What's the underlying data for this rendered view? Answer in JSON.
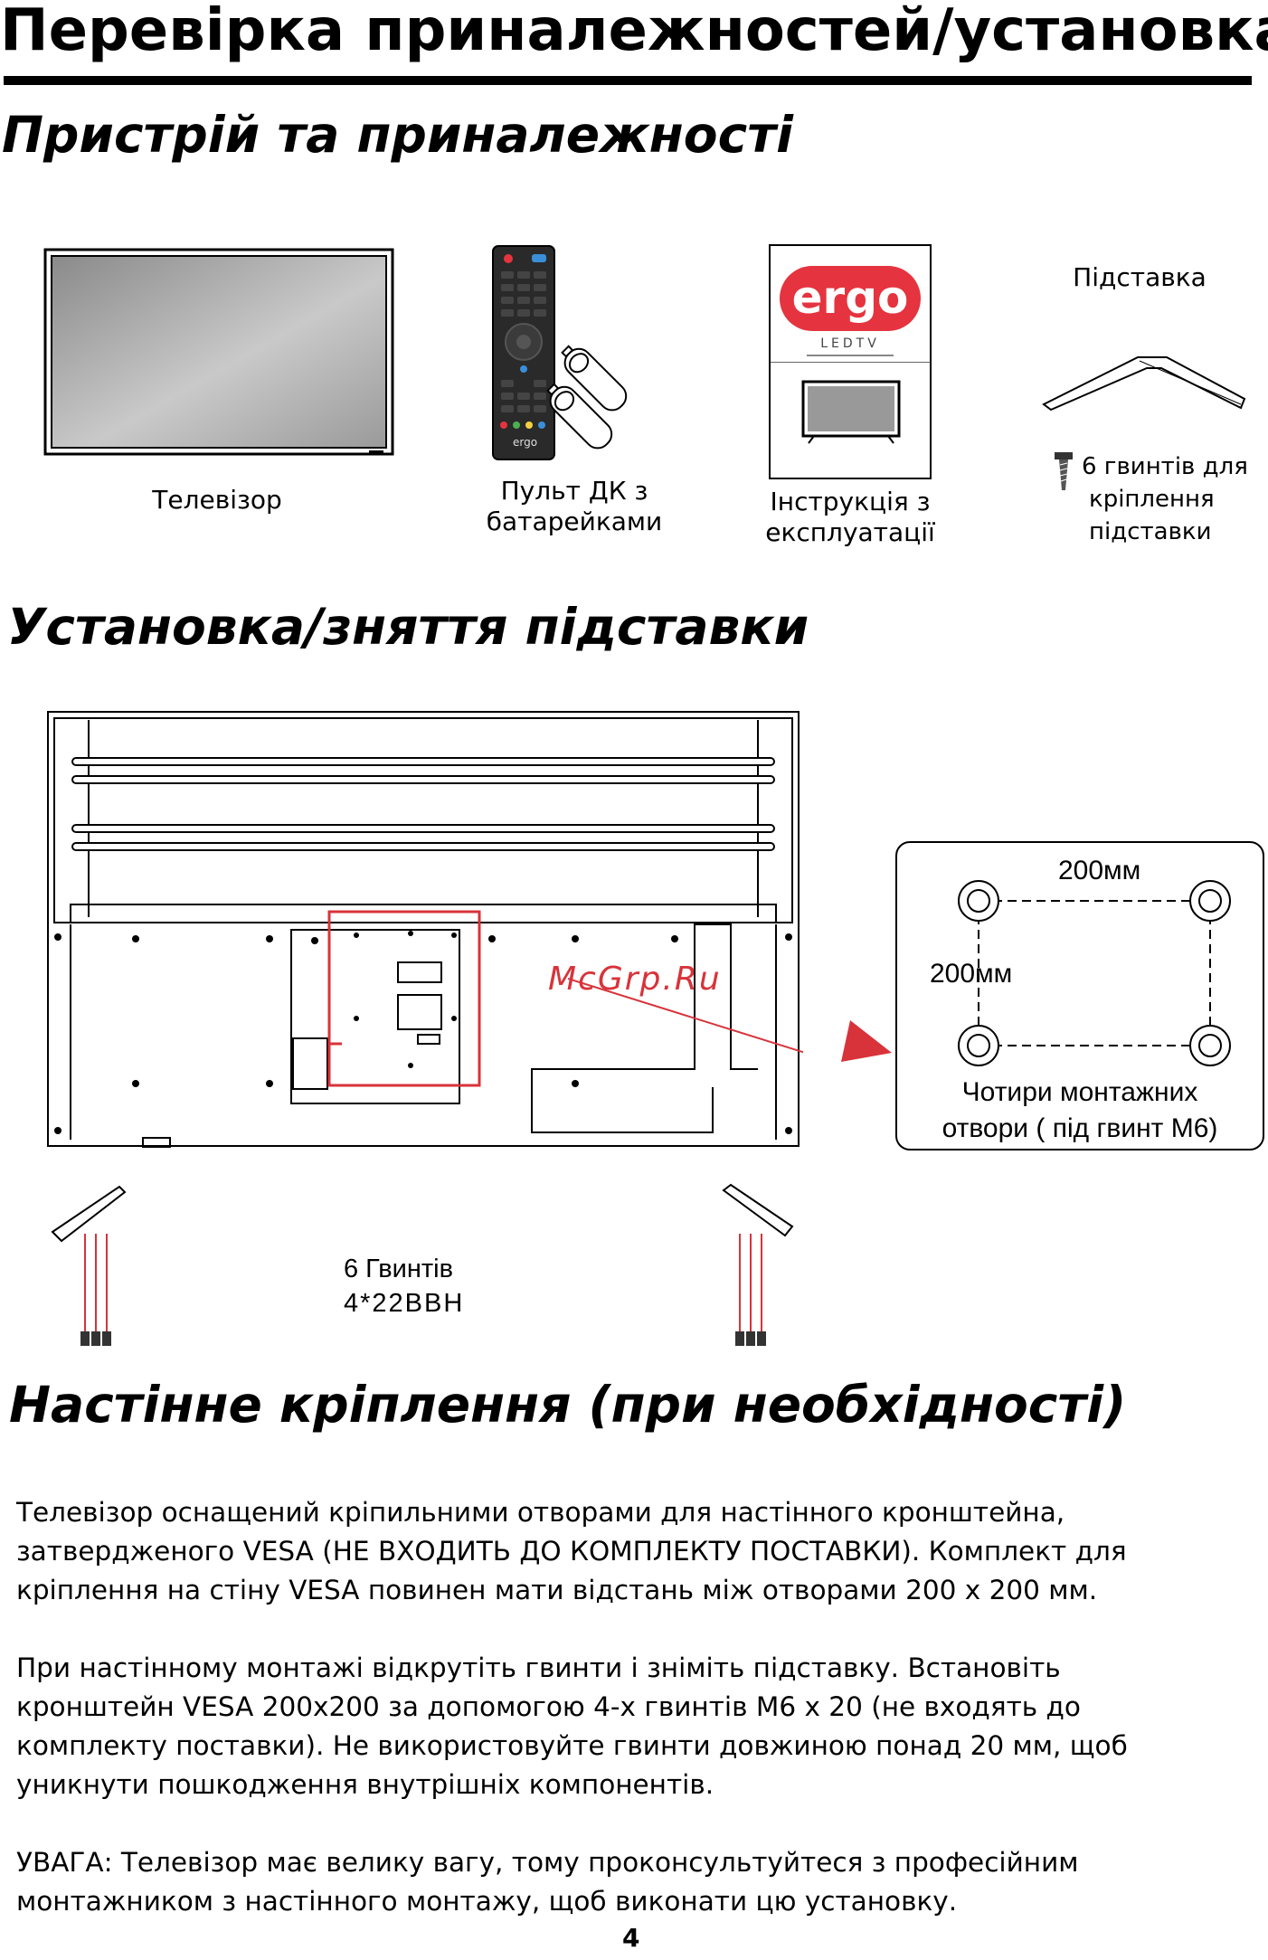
{
  "page": {
    "title": "Перевірка приналежностей/установка",
    "number": "4"
  },
  "accessories": {
    "heading": "Пристрій та приналежності",
    "tv_caption": "Телевізор",
    "remote_caption_line1": "Пульт ДК з",
    "remote_caption_line2": "батарейками",
    "manual_caption_line1": "Інструкція з",
    "manual_caption_line2": "експлуатації",
    "manual_brand": "ergo",
    "manual_subtitle": "LEDTV",
    "stand_caption": "Підставка",
    "screws_caption_line1": "6 гвинтів для",
    "screws_caption_line2": "кріплення",
    "screws_caption_line3": "підставки",
    "remote_brand": "ergo"
  },
  "stand_install": {
    "heading": "Установка/зняття підставки",
    "vesa_width": "200мм",
    "vesa_height": "200мм",
    "vesa_caption_line1": "Чотири монтажних",
    "vesa_caption_line2": "отвори ( під гвинт М6)",
    "screws_line1": "6 Гвинтів",
    "screws_line2": "4*22BBH",
    "watermark": "McGrp.Ru"
  },
  "wall_mount": {
    "heading": "Настінне кріплення (при  необхідності)",
    "paragraphs": [
      "Телевізор оснащений кріпильними отворами для настінного кронштейна,\nзатвердженого VESA (НЕ ВХОДИТЬ ДО КОМПЛЕКТУ ПОСТАВКИ). Комплект для\nкріплення на стіну VESA повинен мати відстань між отворами 200 x 200 мм.",
      "При настінному монтажі відкрутіть гвинти і зніміть підставку. Встановіть\nкронштейн VESA 200x200 за допомогою 4-х гвинтів M6 x 20 (не входять до\nкомплекту поставки). Не використовуйте гвинти довжиною понад 20 мм, щоб\nуникнути пошкодження внутрішніх компонентів.",
      "УВАГА: Телевізор має велику вагу, тому проконсультуйтеся з професійним\nмонтажником з настінного монтажу, щоб виконати цю установку."
    ]
  },
  "colors": {
    "accent_red": "#d8333a",
    "brand_red": "#e5343f"
  }
}
